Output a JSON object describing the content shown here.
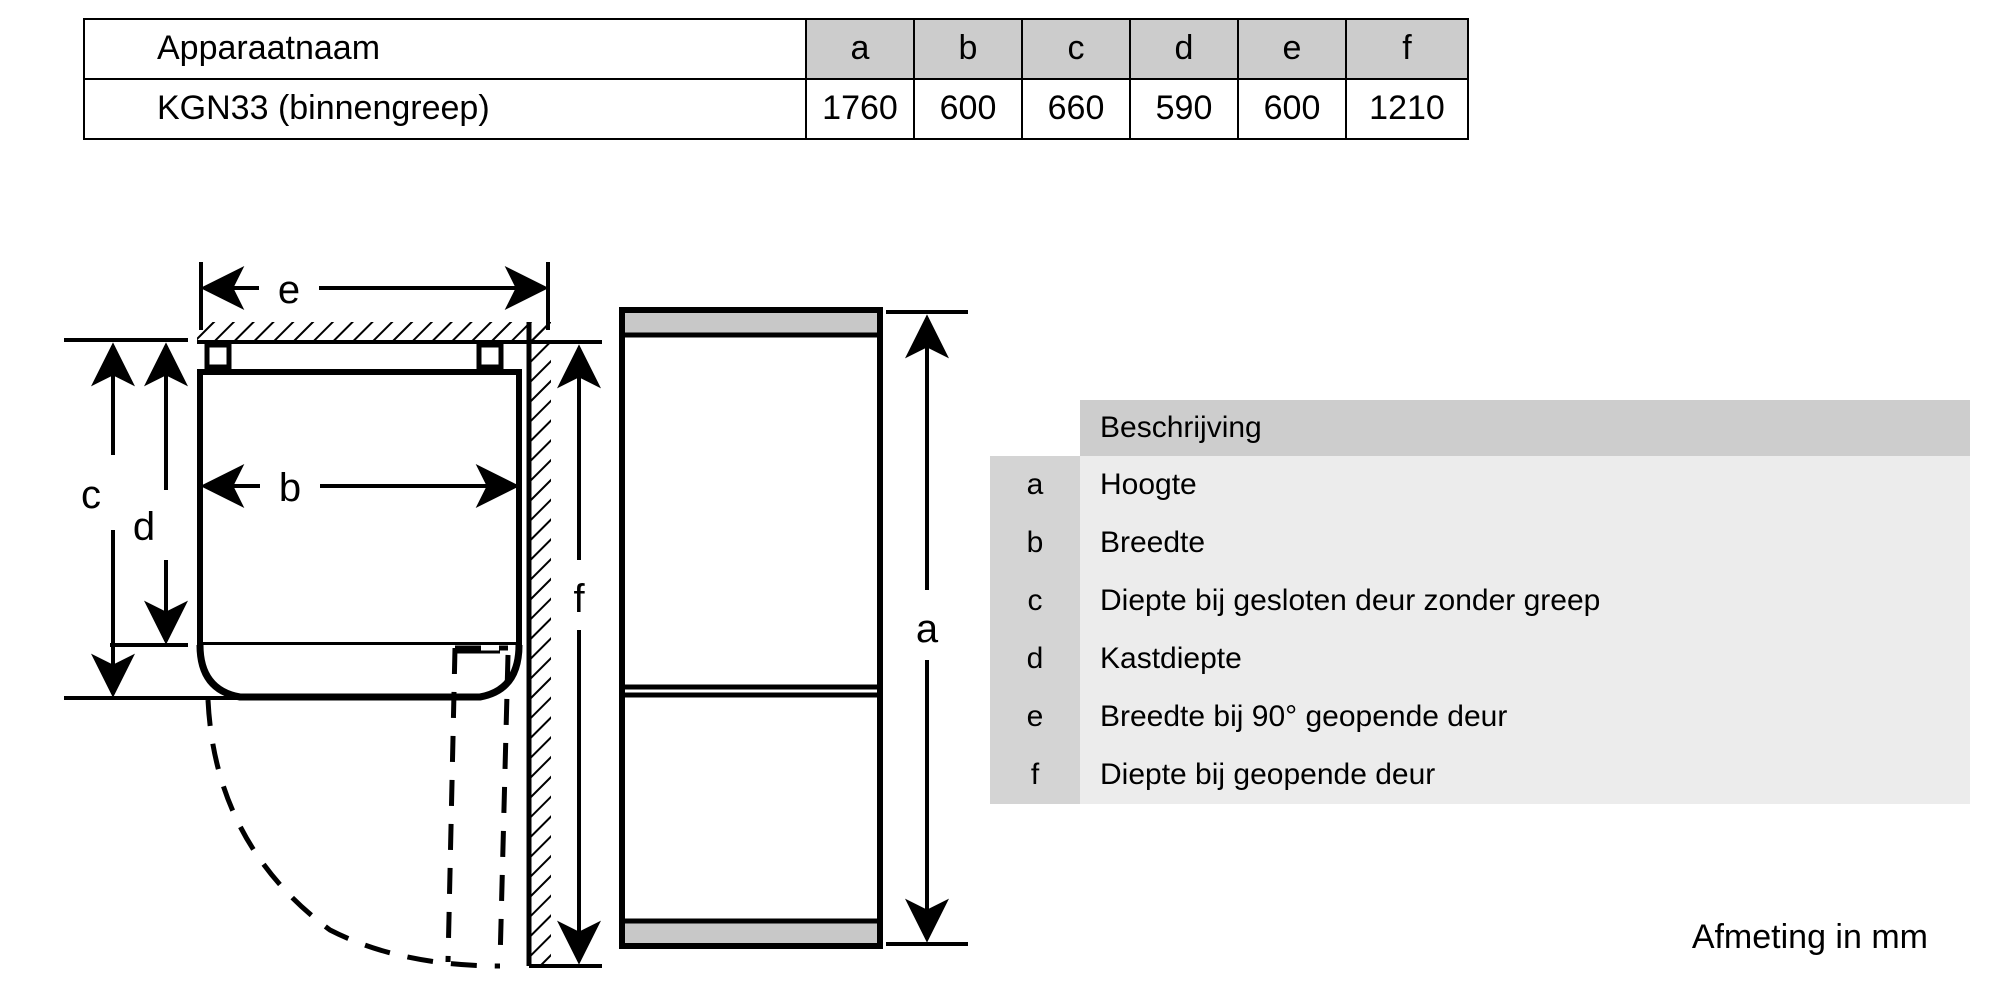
{
  "spec_table": {
    "headers": [
      "Apparaatnaam",
      "a",
      "b",
      "c",
      "d",
      "e",
      "f"
    ],
    "rows": [
      {
        "name": "KGN33 (binnengreep)",
        "a": "1760",
        "b": "600",
        "c": "660",
        "d": "590",
        "e": "600",
        "f": "1210"
      }
    ]
  },
  "legend": {
    "header_key": "",
    "header_label": "Beschrijving",
    "items": [
      {
        "key": "a",
        "description": "Hoogte"
      },
      {
        "key": "b",
        "description": "Breedte"
      },
      {
        "key": "c",
        "description": "Diepte bij gesloten deur zonder greep"
      },
      {
        "key": "d",
        "description": "Kastdiepte"
      },
      {
        "key": "e",
        "description": "Breedte bij 90° geopende deur"
      },
      {
        "key": "f",
        "description": "Diepte bij geopende deur"
      }
    ]
  },
  "footer": {
    "unit_note": "Afmeting in mm"
  },
  "drawing": {
    "plan_view": {
      "label_e": "e",
      "label_b": "b",
      "label_c": "c",
      "label_d": "d",
      "label_f": "f"
    },
    "front_view": {
      "label_a": "a"
    }
  },
  "chart_data": {
    "type": "table",
    "title": "KGN33 (binnengreep) afmetingen",
    "categories": [
      "a",
      "b",
      "c",
      "d",
      "e",
      "f"
    ],
    "values": [
      1760,
      600,
      660,
      590,
      600,
      1210
    ],
    "labels": [
      "Hoogte",
      "Breedte",
      "Diepte bij gesloten deur zonder greep",
      "Kastdiepte",
      "Breedte bij 90° geopende deur",
      "Diepte bij geopende deur"
    ],
    "unit": "mm",
    "xlabel": "",
    "ylabel": "Afmeting in mm"
  }
}
